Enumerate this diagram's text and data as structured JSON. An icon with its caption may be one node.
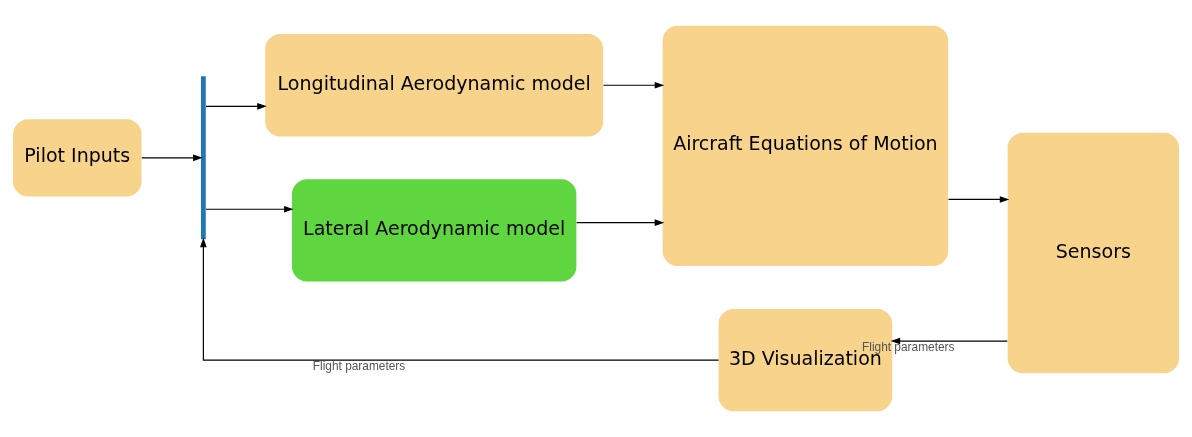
{
  "diagram": {
    "nodes": [
      {
        "text": [
          "Pilot Inputs"
        ]
      },
      {
        "text": [],
        "shape": "bar"
      },
      {
        "text": [
          "Longitudinal Aerodynamic model"
        ]
      },
      {
        "text": [
          "Lateral Aerodynamic model"
        ]
      },
      {
        "text": [
          "Aircraft Equations of Motion"
        ]
      },
      {
        "text": [
          "Sensors"
        ]
      },
      {
        "text": [
          "3D Visualization"
        ]
      }
    ],
    "edges": [
      {
        "from": 0,
        "to": 1,
        "arrow": "to"
      },
      {
        "from": 1,
        "to": 2,
        "arrow": "to"
      },
      {
        "from": 1,
        "to": 3,
        "arrow": "to"
      },
      {
        "from": 2,
        "to": 4,
        "arrow": "to"
      },
      {
        "from": 3,
        "to": 4,
        "arrow": "to"
      },
      {
        "from": 4,
        "to": 5,
        "arrow": "to"
      },
      {
        "from": 5,
        "to": 6,
        "label": "Flight parameters",
        "arrow": "to"
      },
      {
        "from": 6,
        "to": 1,
        "label": "Flight parameters",
        "arrow": "to"
      }
    ]
  }
}
